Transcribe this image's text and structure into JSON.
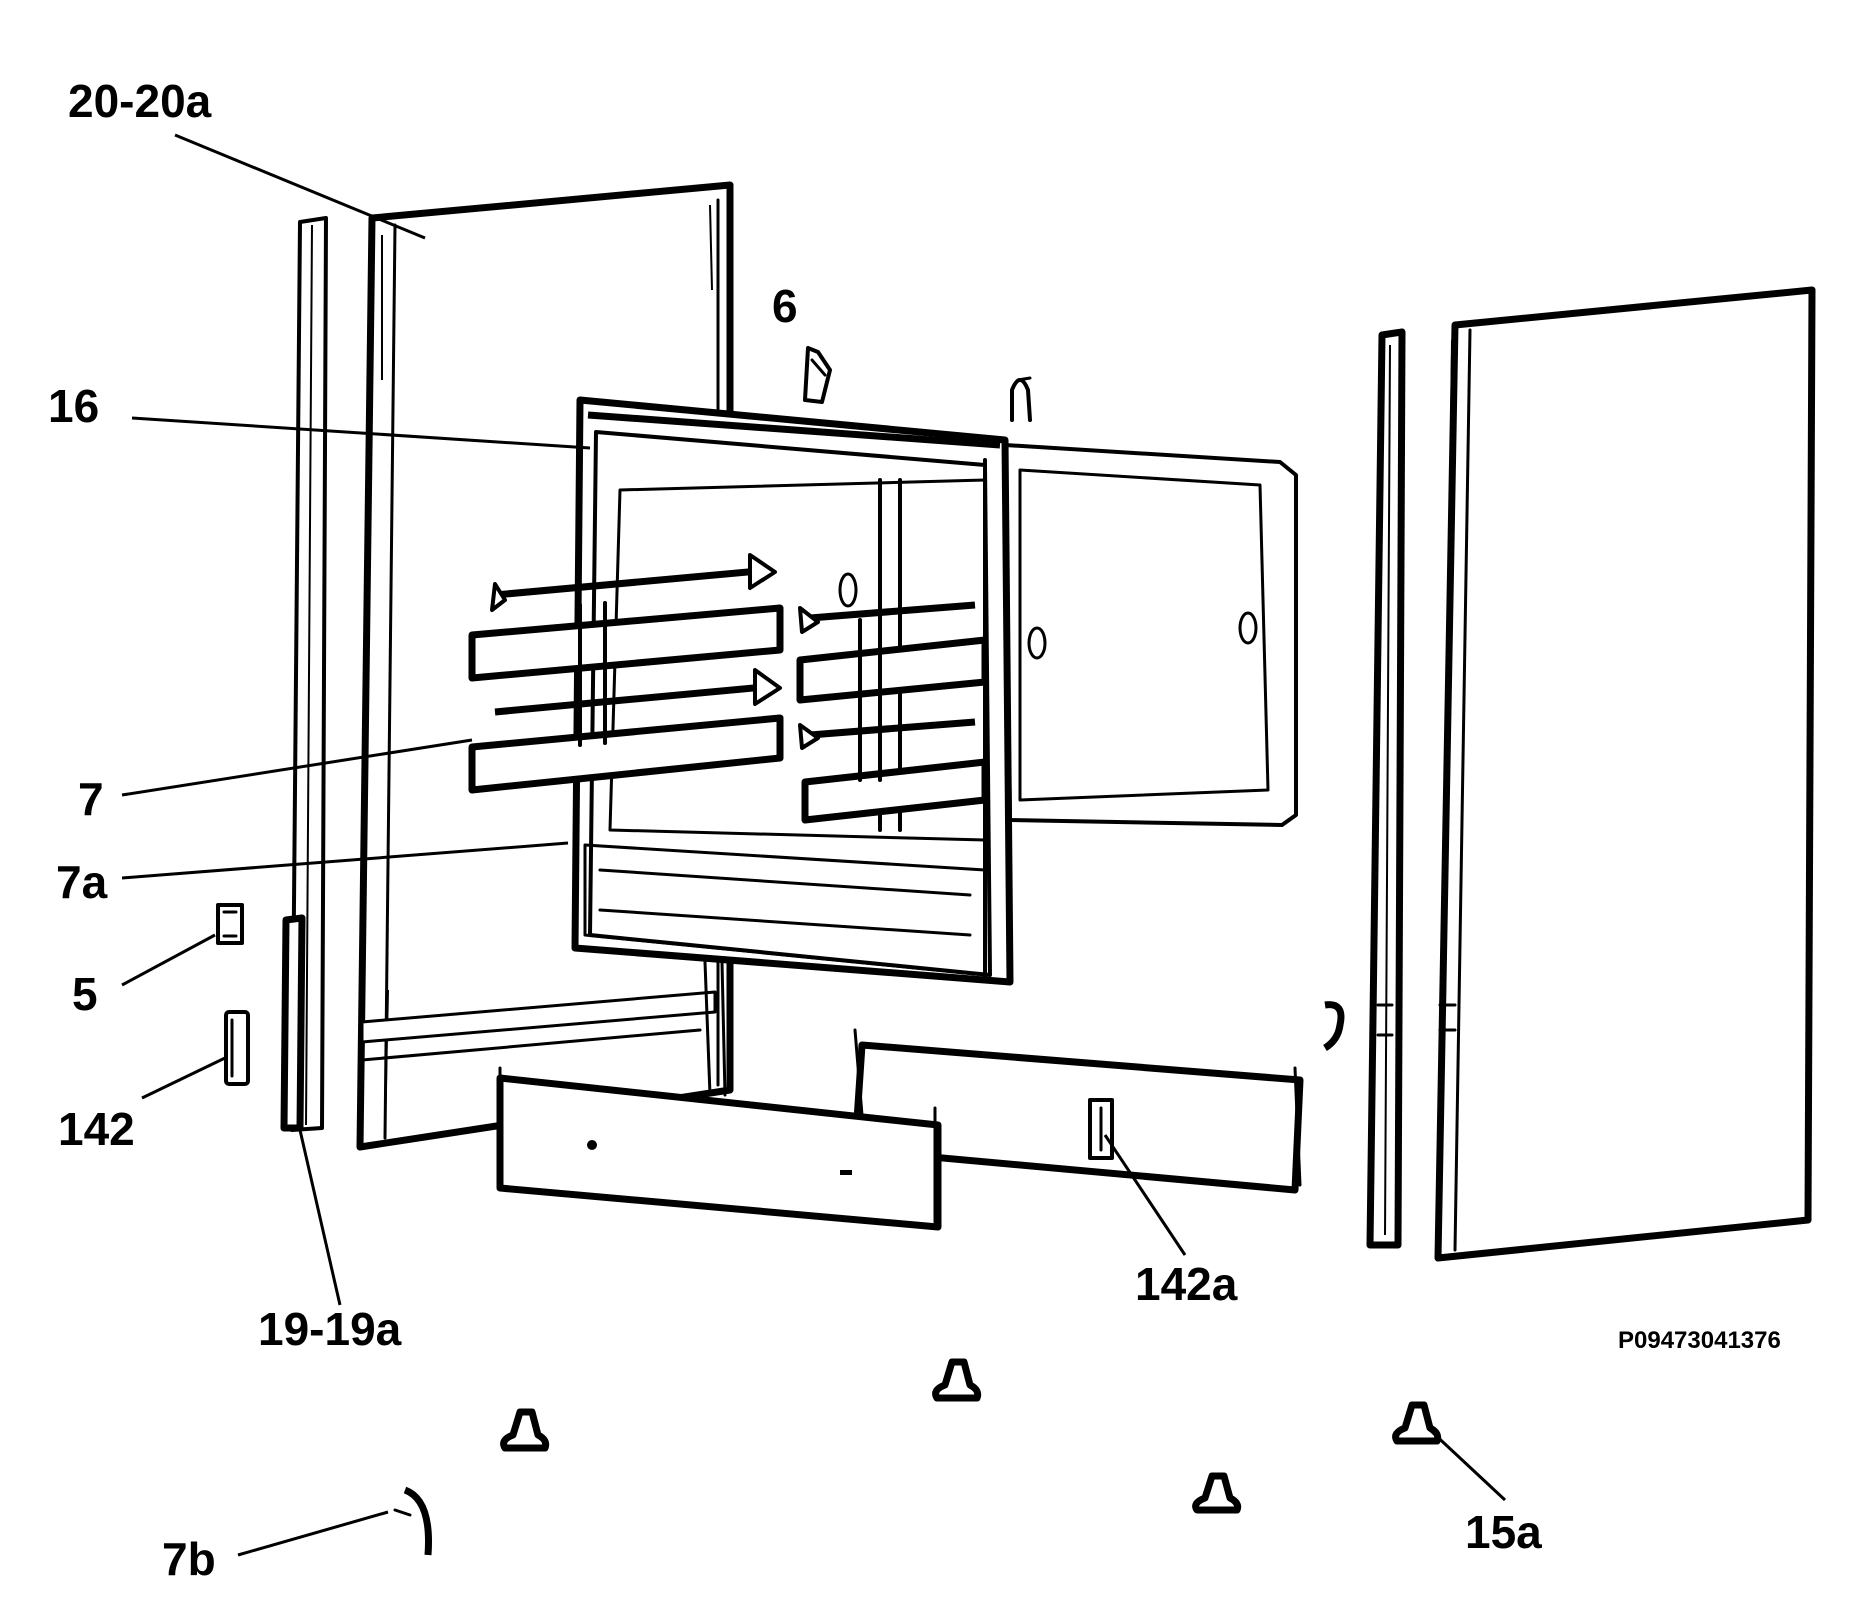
{
  "labels": {
    "l_20_20a": "20-20a",
    "l_6": "6",
    "l_16": "16",
    "l_7": "7",
    "l_7a": "7a",
    "l_5": "5",
    "l_142": "142",
    "l_19_19a": "19-19a",
    "l_142a": "142a",
    "l_7b": "7b",
    "l_15a": "15a"
  },
  "reference_code": "P09473041376"
}
